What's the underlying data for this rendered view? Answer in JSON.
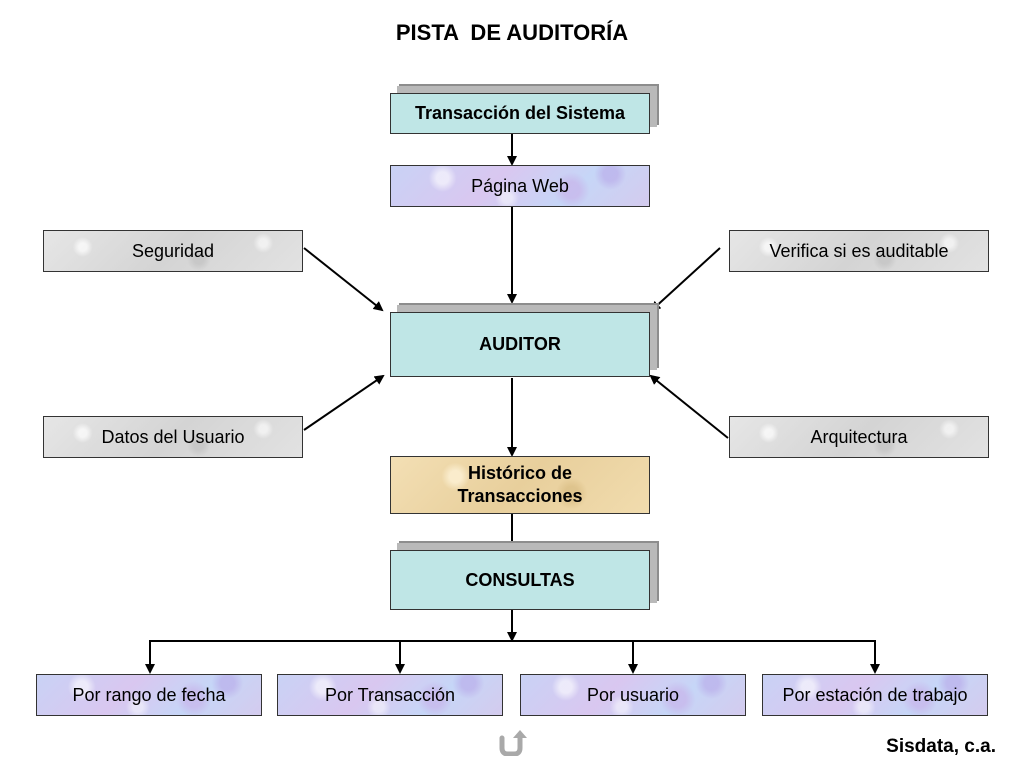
{
  "title": "PISTA  DE AUDITORÍA",
  "nodes": {
    "transaccion": "Transacción del Sistema",
    "pagina_web": "Página Web",
    "seguridad": "Seguridad",
    "verifica": "Verifica si es auditable",
    "auditor": "AUDITOR",
    "datos_usuario": "Datos del Usuario",
    "arquitectura": "Arquitectura",
    "historico_line1": "Histórico de",
    "historico_line2": "Transacciones",
    "consultas": "CONSULTAS",
    "por_rango": "Por rango de fecha",
    "por_transaccion": "Por Transacción",
    "por_usuario": "Por usuario",
    "por_estacion": "Por estación de trabajo"
  },
  "footer": "Sisdata, c.a.",
  "icons": {
    "back": "return-arrow-icon"
  }
}
